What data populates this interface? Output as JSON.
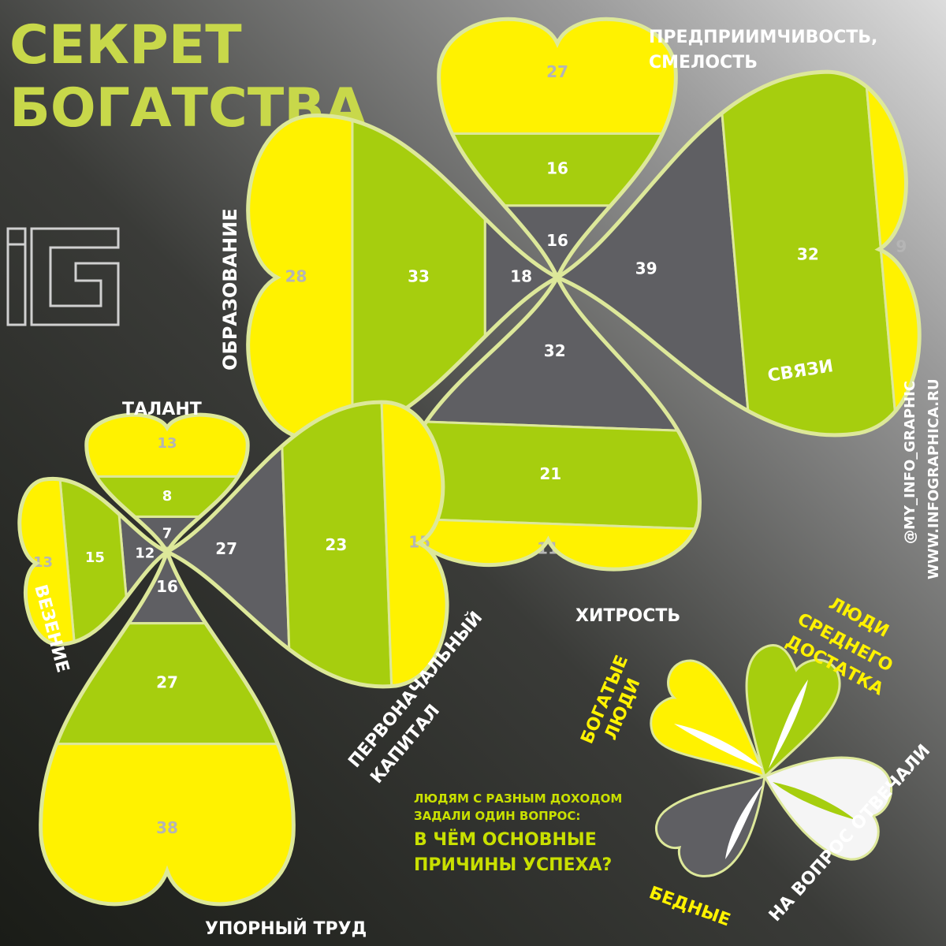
{
  "title_line1": "СЕКРЕТ",
  "title_line2": "БОГАТСТВА",
  "logo": "iG",
  "credits": [
    "@MY_INFO_GRAPHIC",
    "WWW.INFOGRAPHICA.RU"
  ],
  "question": {
    "intro_line1": "ЛЮДЯМ С РАЗНЫМ ДОХОДОМ",
    "intro_line2": "ЗАДАЛИ ОДИН ВОПРОС:",
    "main_line1": "В ЧЁМ ОСНОВНЫЕ",
    "main_line2": "ПРИЧИНЫ УСПЕХА?"
  },
  "legend": {
    "rich_line1": "БОГАТЫЕ",
    "rich_line2": "ЛЮДИ",
    "middle_line1": "ЛЮДИ",
    "middle_line2": "СРЕДНЕГО",
    "middle_line3": "ДОСТАТКА",
    "poor": "БЕДНЫЕ",
    "answered": "НА ВОПРОС ОТВЕЧАЛИ"
  },
  "colors": {
    "rich": "#FFF200",
    "middle": "#A6CE0E",
    "poor": "#5F5F63",
    "outline": "#DDE89A",
    "title": "#C8D84A",
    "accent_text": "#C9E000"
  },
  "chart_data": [
    {
      "type": "clover",
      "series": [
        "rich",
        "middle",
        "poor"
      ],
      "categories": [
        "ПРЕДПРИИМЧИВОСТЬ, СМЕЛОСТЬ",
        "СВЯЗИ",
        "ХИТРОСТЬ",
        "ОБРАЗОВАНИЕ"
      ],
      "values": {
        "rich": [
          27,
          9,
          11,
          28
        ],
        "middle": [
          16,
          32,
          21,
          33
        ],
        "poor": [
          16,
          39,
          32,
          18
        ]
      }
    },
    {
      "type": "clover",
      "series": [
        "rich",
        "middle",
        "poor"
      ],
      "categories": [
        "ТАЛАНТ",
        "ПЕРВОНАЧАЛЬНЫЙ КАПИТАЛ",
        "УПОРНЫЙ ТРУД",
        "ВЕЗЕНИЕ"
      ],
      "values": {
        "rich": [
          13,
          15,
          38,
          13
        ],
        "middle": [
          8,
          23,
          27,
          15
        ],
        "poor": [
          7,
          27,
          16,
          12
        ]
      }
    }
  ]
}
